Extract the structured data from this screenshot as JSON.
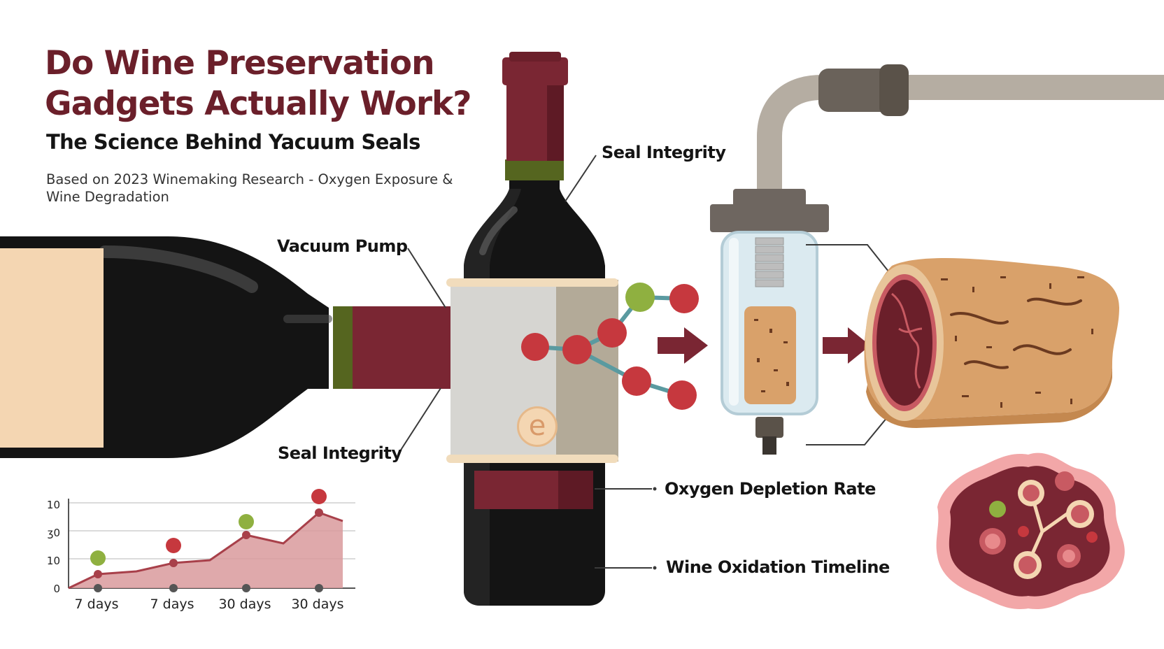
{
  "header": {
    "title": "Do Wine Preservation Gadgets Actually Work?",
    "subtitle": "The Science Behind Yacuum Seals",
    "source": "Based on 2023 Winemaking Research - Oxygen Exposure & Wine Degradation"
  },
  "callouts": {
    "seal_integrity_top": "Seal Integrity",
    "vacuum_pump": "Vacuum Pump",
    "seal_integrity_bottom": "Seal Integrity",
    "oxygen_depletion": "Oxygen Depletion Rate",
    "oxidation_timeline": "Wine Oxidation Timeline"
  },
  "badge": {
    "glyph": "e"
  },
  "colors": {
    "accent": "#6b1f2a",
    "wine": "#7a2633",
    "cork": "#d9a16a",
    "oxygen_red": "#c6383e",
    "oxygen_green": "#8fb040",
    "chart_fill": "#d99a9c"
  },
  "chart_data": {
    "type": "area",
    "categories": [
      "7 days",
      "7 days",
      "30 days",
      "30 days"
    ],
    "y_tick_labels": [
      "0",
      "10",
      "ʒ0",
      "10"
    ],
    "series": [
      {
        "values": [
          0,
          5,
          9,
          19,
          27
        ]
      }
    ],
    "markers": [
      {
        "category": "7 days",
        "color": "green"
      },
      {
        "category": "7 days",
        "color": "red"
      },
      {
        "category": "30 days",
        "color": "green"
      },
      {
        "category": "30 days",
        "color": "red"
      }
    ],
    "grid": true,
    "legend": "none"
  }
}
